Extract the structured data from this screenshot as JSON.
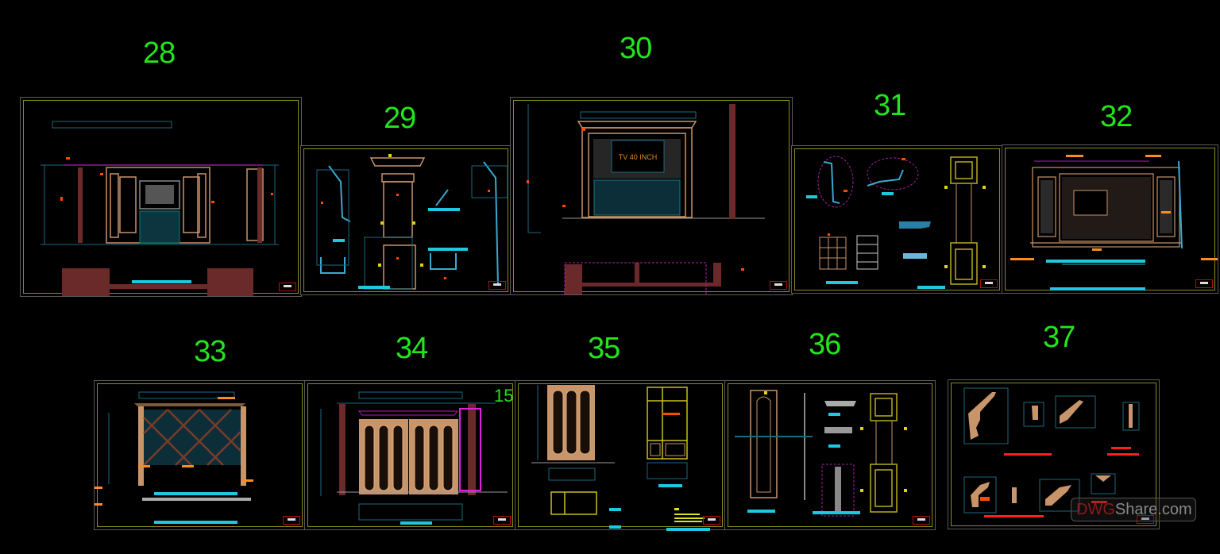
{
  "canvas": {
    "background": "#000000",
    "number_color": "#22e51c",
    "frame_color": "#8f8a1c",
    "dim_color": "#1a6a80",
    "text_color": "#ff5a00",
    "wood_color": "#c8946a",
    "section_color": "#6a2a2a",
    "caption_color": "#1fc8e0"
  },
  "sheets": [
    {
      "number": "28",
      "subject": "cabinet elevation with framed artwork and plan section"
    },
    {
      "number": "29",
      "subject": "column and moulding details"
    },
    {
      "number": "30",
      "subject": "TV wall elevation",
      "tv_label": "TV 40 INCH"
    },
    {
      "number": "31",
      "subject": "moulding and panel details"
    },
    {
      "number": "32",
      "subject": "wall panel elevation with lattice"
    },
    {
      "number": "33",
      "subject": "diamond lattice wall panel"
    },
    {
      "number": "34",
      "subject": "double door elevation",
      "extra_label": "15"
    },
    {
      "number": "35",
      "subject": "wardrobe door elevations"
    },
    {
      "number": "36",
      "subject": "door panel details"
    },
    {
      "number": "37",
      "subject": "cornice moulding profiles"
    }
  ],
  "watermark": {
    "brand_part1": "DWG",
    "brand_part2": "Share.com"
  }
}
